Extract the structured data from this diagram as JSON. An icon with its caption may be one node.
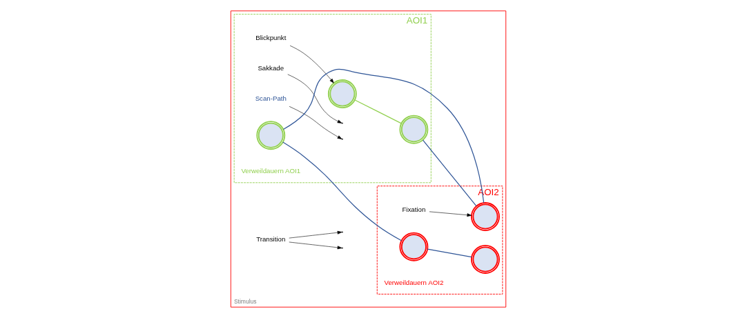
{
  "diagram": {
    "nodes": [
      {
        "text": [
          "Stimulus"
        ]
      },
      {
        "text": [
          "AOI1"
        ],
        "beside": [
          "Verweildauern AOI1"
        ],
        "in": 0
      },
      {
        "text": [],
        "shape": "circle",
        "in": 1
      },
      {
        "text": [
          "Blickpunkt"
        ],
        "in": 1
      },
      {
        "text": [
          "Sakkade"
        ],
        "in": 1
      },
      {
        "text": [
          "Scan-Path"
        ],
        "in": 1
      },
      {
        "text": [],
        "shape": "circle",
        "in": 1
      },
      {
        "text": [],
        "shape": "circle",
        "in": 1
      },
      {
        "text": [
          "Transition"
        ],
        "in": 0
      },
      {
        "text": [
          "AOI2"
        ],
        "beside": [
          "Verweildauern AOI2"
        ],
        "in": 0
      },
      {
        "text": [],
        "shape": "circle",
        "in": 9
      },
      {
        "text": [
          "Fixation"
        ],
        "in": 9
      },
      {
        "text": [],
        "shape": "circle",
        "in": 9
      },
      {
        "text": [],
        "shape": "circle",
        "in": 9
      }
    ],
    "edges": [
      {
        "from": 2,
        "to": 6,
        "arrow": "none",
        "color": "#92d050"
      },
      {
        "from": 6,
        "to": 10,
        "arrow": "none",
        "color": "#2f5597"
      },
      {
        "from": 7,
        "to": 10,
        "arrow": "none",
        "color": "#2f5597"
      },
      {
        "from": 7,
        "to": 12,
        "arrow": "none",
        "color": "#2f5597"
      },
      {
        "from": 12,
        "to": 13,
        "arrow": "none",
        "color": "#2f5597"
      },
      {
        "from": 3,
        "to": 2,
        "arrow": "to"
      },
      {
        "from": 4,
        "to": null,
        "arrow": "to"
      },
      {
        "from": 5,
        "to": null,
        "arrow": "to"
      },
      {
        "from": 8,
        "to": null,
        "arrow": "to"
      },
      {
        "from": 8,
        "to": null,
        "arrow": "to"
      },
      {
        "from": 11,
        "to": 10,
        "arrow": "to"
      }
    ]
  }
}
